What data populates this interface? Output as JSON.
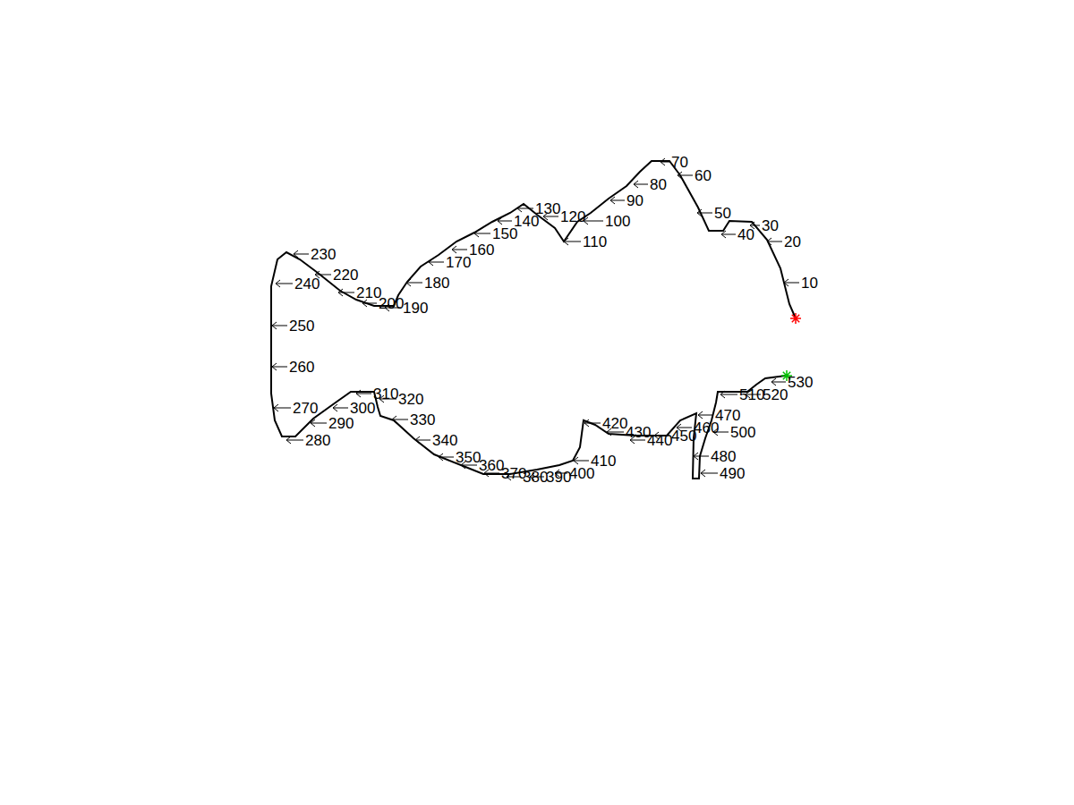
{
  "diagram": {
    "labels": [
      "10",
      "20",
      "30",
      "40",
      "50",
      "60",
      "70",
      "80",
      "90",
      "100",
      "110",
      "120",
      "130",
      "140",
      "150",
      "160",
      "170",
      "180",
      "190",
      "200",
      "210",
      "220",
      "230",
      "240",
      "250",
      "260",
      "270",
      "280",
      "290",
      "300",
      "310",
      "320",
      "330",
      "340",
      "350",
      "360",
      "370",
      "380",
      "390",
      "400",
      "410",
      "420",
      "430",
      "440",
      "450",
      "460",
      "470",
      "480",
      "490",
      "500",
      "510",
      "520",
      "530"
    ]
  }
}
